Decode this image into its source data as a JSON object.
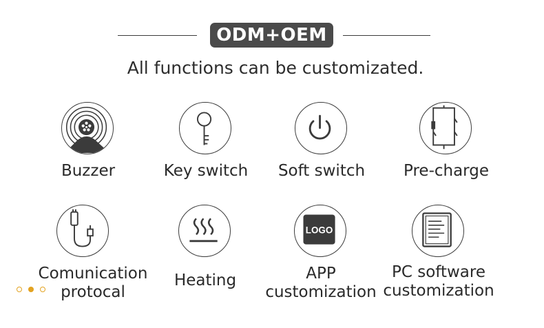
{
  "header": {
    "badge": "ODM+OEM",
    "subtitle": "All functions can be customizated."
  },
  "features": [
    {
      "label": "Buzzer",
      "icon": "buzzer-icon"
    },
    {
      "label": "Key switch",
      "icon": "key-icon"
    },
    {
      "label": "Soft switch",
      "icon": "power-icon"
    },
    {
      "label": "Pre-charge",
      "icon": "circuit-icon"
    },
    {
      "label_line1": "Comunication",
      "label_line2": "protocal",
      "icon": "cable-icon"
    },
    {
      "label": "Heating",
      "icon": "heating-icon"
    },
    {
      "label_line1": "APP",
      "label_line2": "customization",
      "icon": "app-logo-icon",
      "logo_text": "LOGO"
    },
    {
      "label_line1": "PC software",
      "label_line2": "customization",
      "icon": "document-icon"
    }
  ],
  "carousel": {
    "dot_count": 3,
    "active_index": 1,
    "accent_color": "#e3a321"
  },
  "colors": {
    "badge_bg": "#4a4a4a",
    "stroke": "#3b3b3b",
    "text": "#2a2a2a"
  }
}
